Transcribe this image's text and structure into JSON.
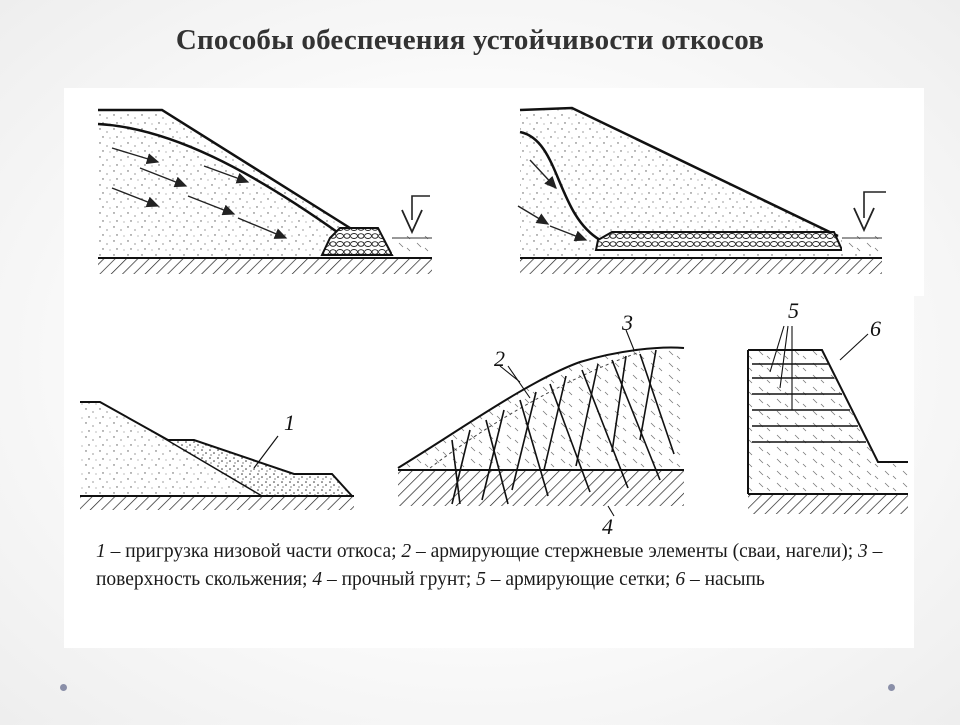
{
  "title": "Способы обеспечения устойчивости откосов",
  "labels": {
    "l1": "1",
    "l2": "2",
    "l3": "3",
    "l4": "4",
    "l5": "5",
    "l6": "6"
  },
  "caption": [
    {
      "num": "1",
      "text": " – пригрузка низовой части откоса; "
    },
    {
      "num": "2",
      "text": " – армирующие стержневые элементы (сваи, нагели); "
    },
    {
      "num": "3",
      "text": " – поверхность скольжения; "
    },
    {
      "num": "4",
      "text": " – прочный грунт; "
    },
    {
      "num": "5",
      "text": " – армирующие сетки; "
    },
    {
      "num": "6",
      "text": " – насыпь"
    }
  ],
  "colors": {
    "title": "#333333",
    "line": "#111111",
    "nav_dot": "#8a8fa8",
    "figure_bg": "#ffffff"
  }
}
